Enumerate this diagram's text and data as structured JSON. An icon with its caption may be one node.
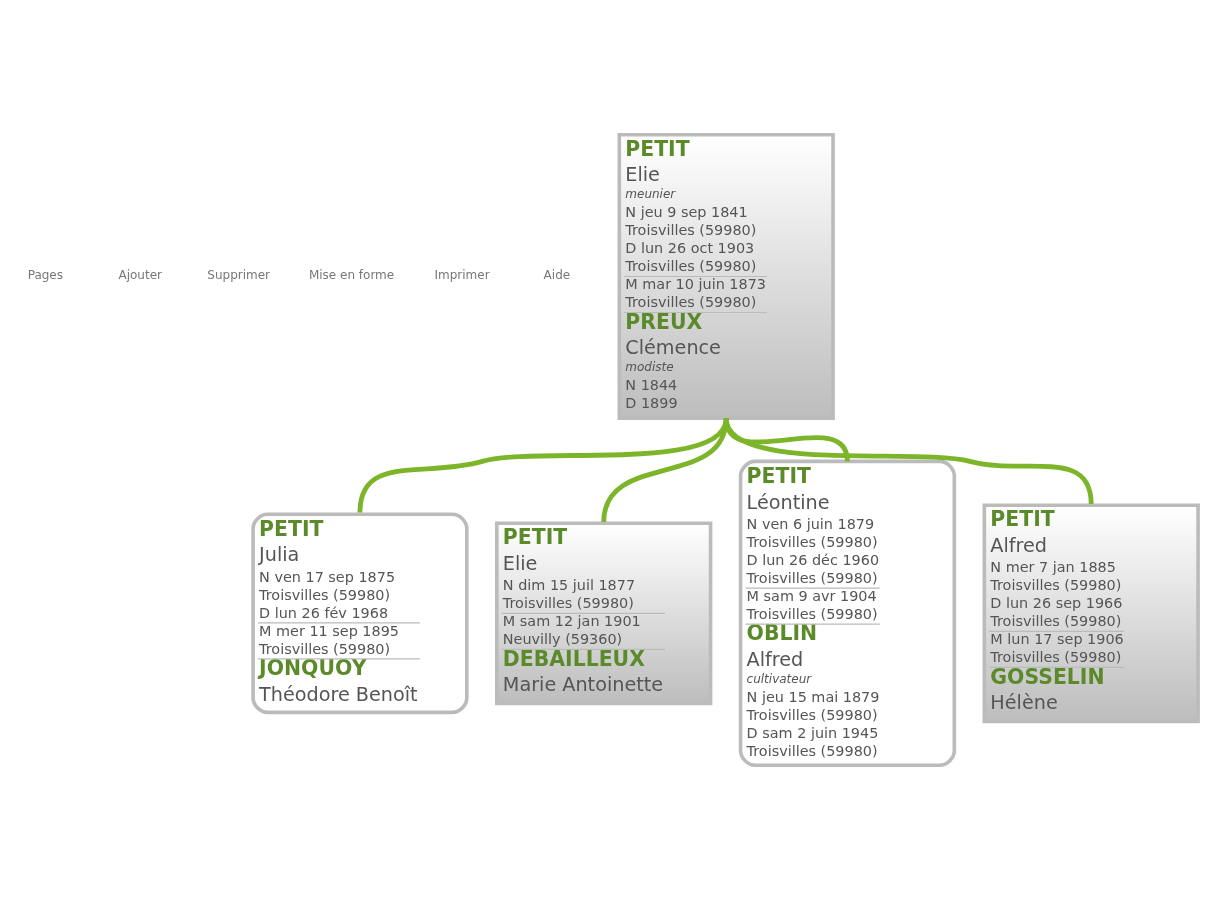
{
  "diagram": {
    "nodes": [
      {
        "text": [
          "PETIT",
          "Elie",
          "meunier",
          "N jeu 9 sep 1841",
          "Troisvilles (59980)",
          "D lun 26 oct 1903",
          "Troisvilles (59980)",
          "M mar 10 juin 1873",
          "Troisvilles (59980)",
          "PREUX",
          "Clémence",
          "modiste",
          "N 1844",
          "D 1899"
        ]
      },
      {
        "text": [
          "PETIT",
          "Julia",
          "N ven 17 sep 1875",
          "Troisvilles (59980)",
          "D lun 26 fév 1968",
          "M mer 11 sep 1895",
          "Troisvilles (59980)",
          "JONQUOY",
          "Théodore Benoît"
        ]
      },
      {
        "text": [
          "PETIT",
          "Elie",
          "N dim 15 juil 1877",
          "Troisvilles (59980)",
          "M sam 12 jan 1901",
          "Neuvilly (59360)",
          "DEBAILLEUX",
          "Marie Antoinette"
        ]
      },
      {
        "text": [
          "PETIT",
          "Léontine",
          "N ven 6 juin 1879",
          "Troisvilles (59980)",
          "D lun 26 déc 1960",
          "Troisvilles (59980)",
          "M sam 9 avr 1904",
          "Troisvilles (59980)",
          "OBLIN",
          "Alfred",
          "cultivateur",
          "N jeu 15 mai 1879",
          "Troisvilles (59980)",
          "D sam 2 juin 1945",
          "Troisvilles (59980)"
        ]
      },
      {
        "text": [
          "PETIT",
          "Alfred",
          "N mer 7 jan 1885",
          "Troisvilles (59980)",
          "D lun 26 sep 1966",
          "Troisvilles (59980)",
          "M lun 17 sep 1906",
          "Troisvilles (59980)",
          "GOSSELIN",
          "Hélène"
        ]
      }
    ],
    "edges": [
      {
        "from": 0,
        "to": 1,
        "arrow": "none"
      },
      {
        "from": 0,
        "to": 2,
        "arrow": "none"
      },
      {
        "from": 0,
        "to": 3,
        "arrow": "none"
      },
      {
        "from": 0,
        "to": 4,
        "arrow": "none"
      }
    ],
    "labels": [
      "Pages",
      "Ajouter",
      "Supprimer",
      "Mise en forme",
      "Imprimer",
      "Aide"
    ]
  }
}
